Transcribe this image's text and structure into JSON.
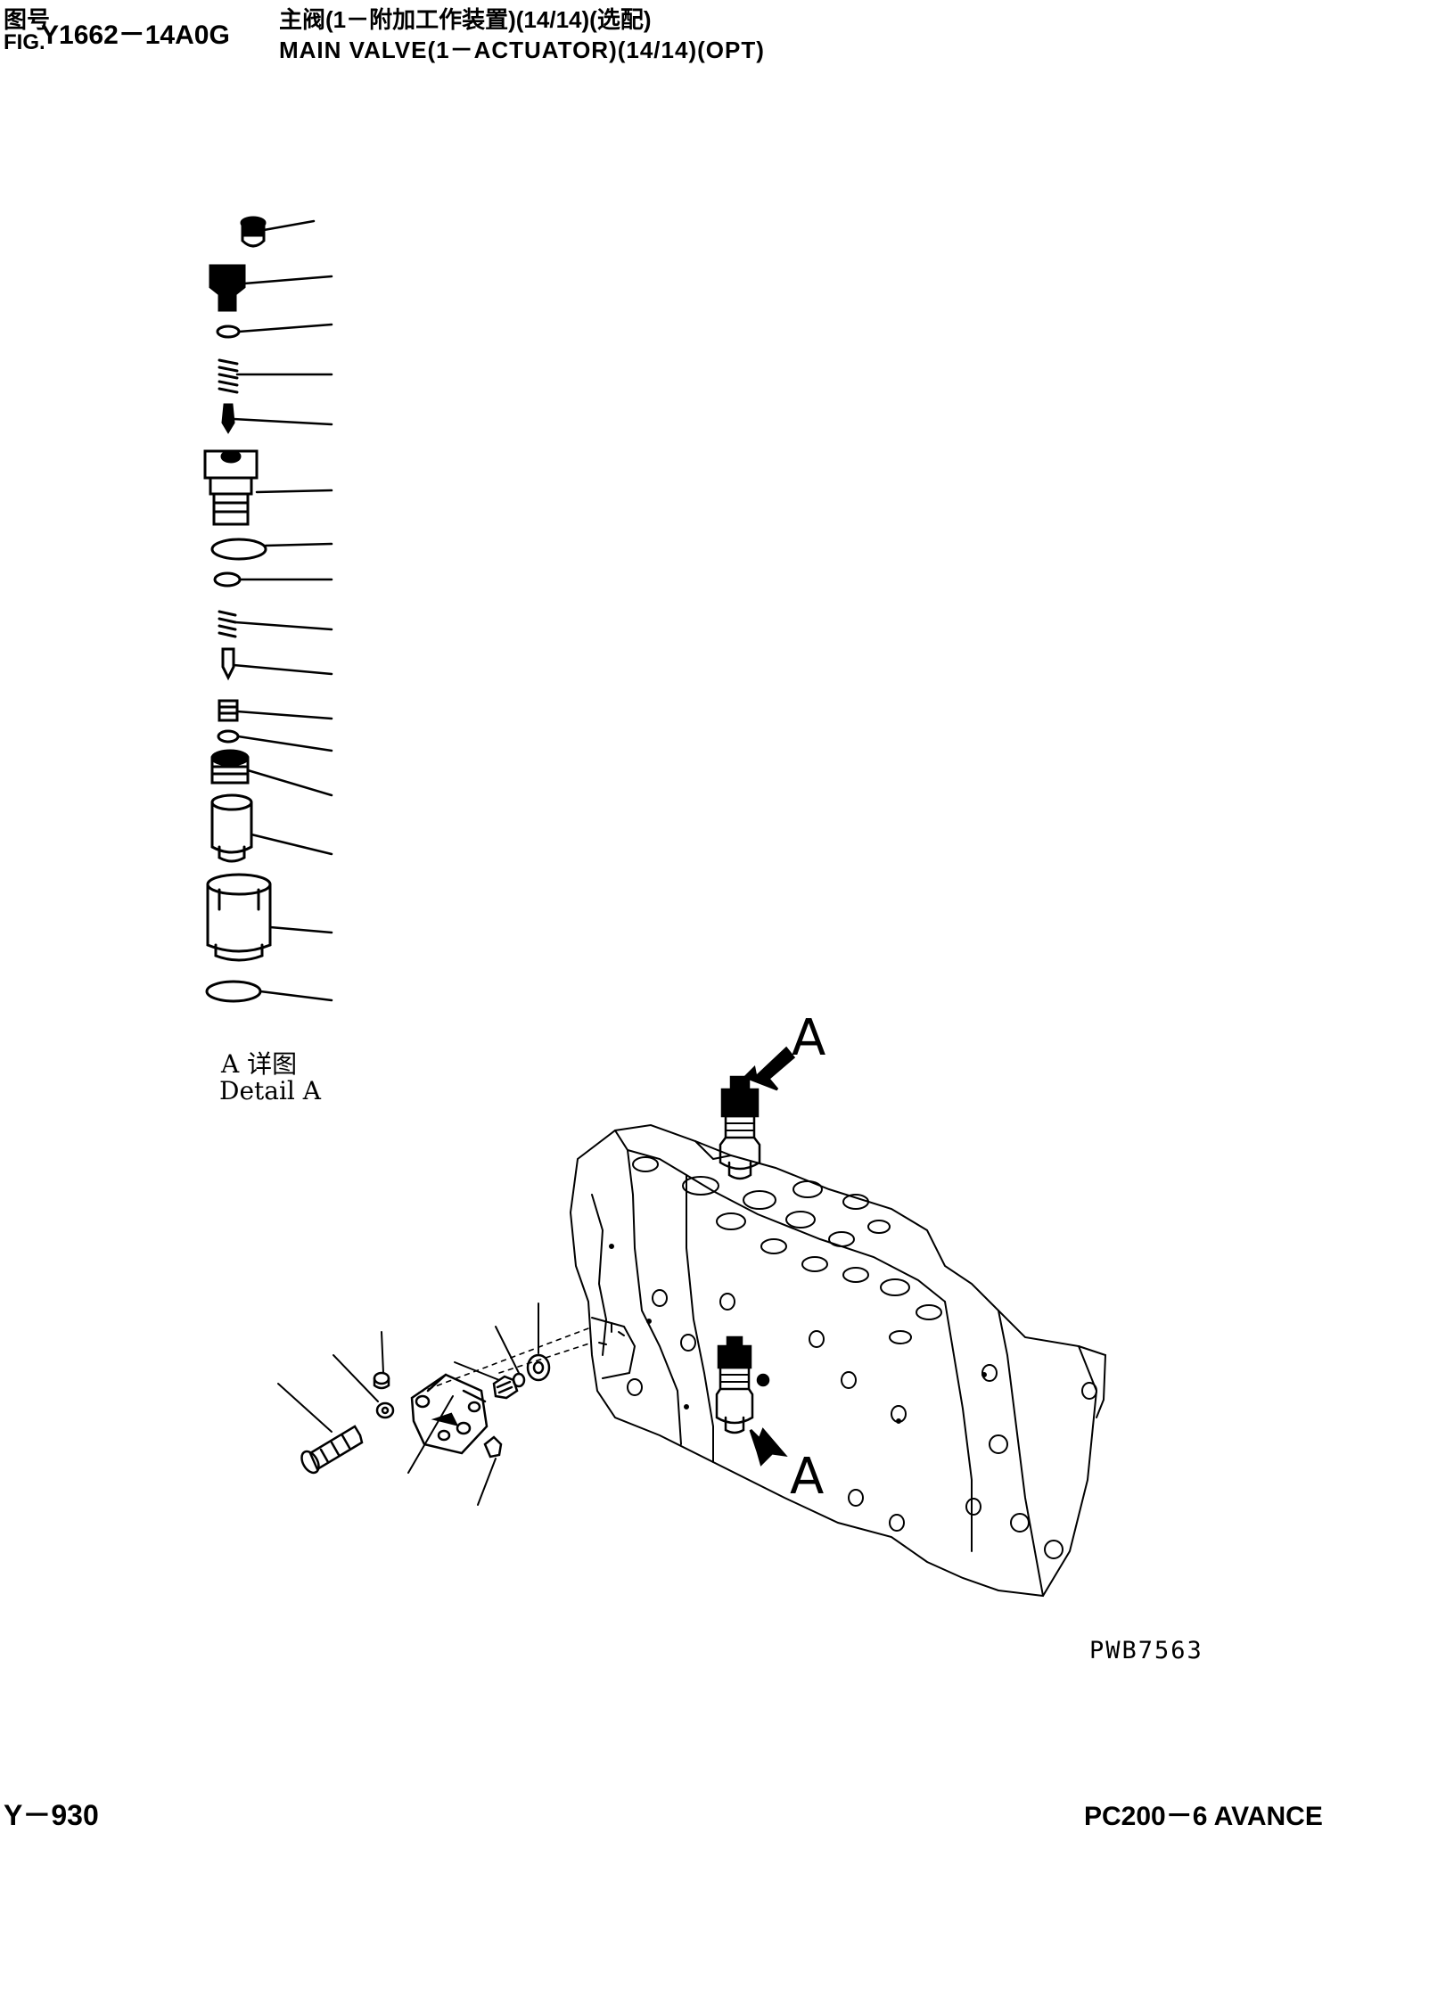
{
  "header": {
    "fig_label_cn": "图号",
    "fig_label_en": "FIG.",
    "fig_number": "Y1662－14A0G",
    "title_cn": "主阀(1－附加工作装置)(14/14)(选配)",
    "title_en": "MAIN VALVE(1－ACTUATOR)(14/14)(OPT)"
  },
  "detail": {
    "label_cn": "A 详图",
    "label_en": "Detail A"
  },
  "callouts": [
    "A",
    "A"
  ],
  "drawing_code": "PWB7563",
  "footer": {
    "page": "Y－930",
    "model": "PC200－6 AVANCE"
  }
}
